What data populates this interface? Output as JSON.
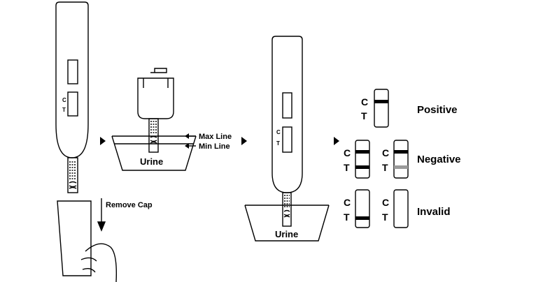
{
  "labels": {
    "remove_cap": "Remove Cap",
    "max_line": "Max Line",
    "min_line": "Min Line",
    "urine_1": "Urine",
    "urine_2": "Urine",
    "c": "C",
    "t": "T",
    "positive": "Positive",
    "negative": "Negative",
    "invalid": "Invalid"
  },
  "results": [
    {
      "name": "Positive",
      "windows": [
        {
          "c_line": "black",
          "t_line": null
        }
      ]
    },
    {
      "name": "Negative",
      "windows": [
        {
          "c_line": "black",
          "t_line": "black"
        },
        {
          "c_line": "black",
          "t_line": "gray"
        }
      ]
    },
    {
      "name": "Invalid",
      "windows": [
        {
          "c_line": null,
          "t_line": "black"
        },
        {
          "c_line": null,
          "t_line": null
        }
      ]
    }
  ],
  "colors": {
    "line": "#000000",
    "faint_line": "#9a9a9a",
    "background": "#ffffff"
  }
}
